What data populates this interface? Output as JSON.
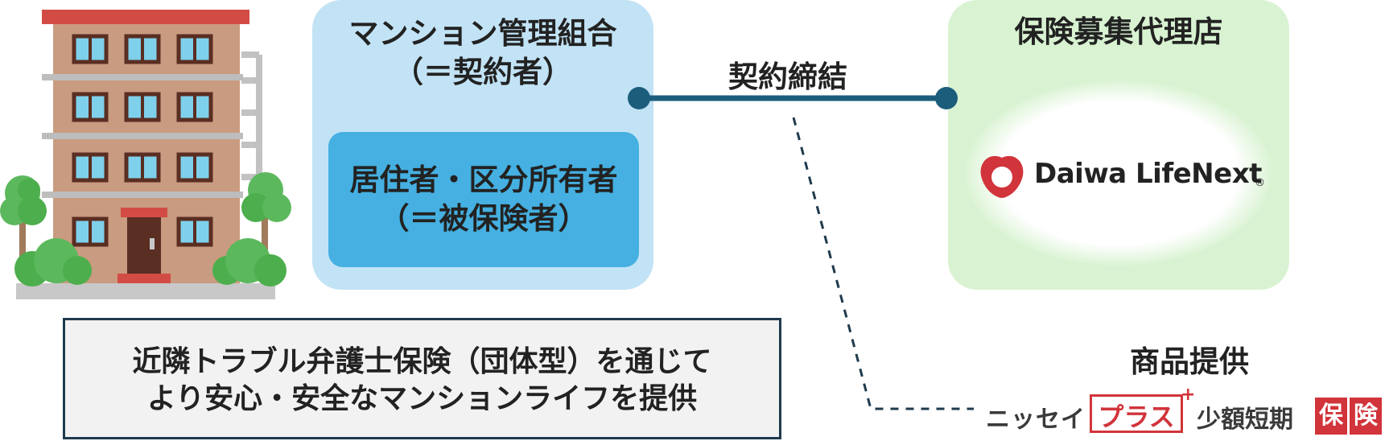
{
  "union": {
    "title_line1": "マンション管理組合",
    "title_line2": "（＝契約者）"
  },
  "resident": {
    "line1": "居住者・区分所有者",
    "line2": "（＝被保険者）"
  },
  "agency": {
    "title": "保険募集代理店",
    "logo_text": "Daiwa LifeNext",
    "logo_reg": "®"
  },
  "contract_label": "契約締結",
  "product_label": "商品提供",
  "message": {
    "line1": "近隣トラブル弁護士保険（団体型）を通じて",
    "line2": "より安心・安全なマンションライフを提供"
  },
  "insurer": {
    "name_part1": "ニッセイ",
    "name_part2": "プラス",
    "name_plus_mark": "+",
    "name_part3": "少額短期",
    "hoken_char1": "保",
    "hoken_char2": "険"
  },
  "colors": {
    "union_bg": "#c2e3f5",
    "resident_bg": "#45b0e1",
    "agency_bg": "#d9f3d2",
    "connector": "#1c5d7c",
    "insurer_red": "#d1343a"
  }
}
